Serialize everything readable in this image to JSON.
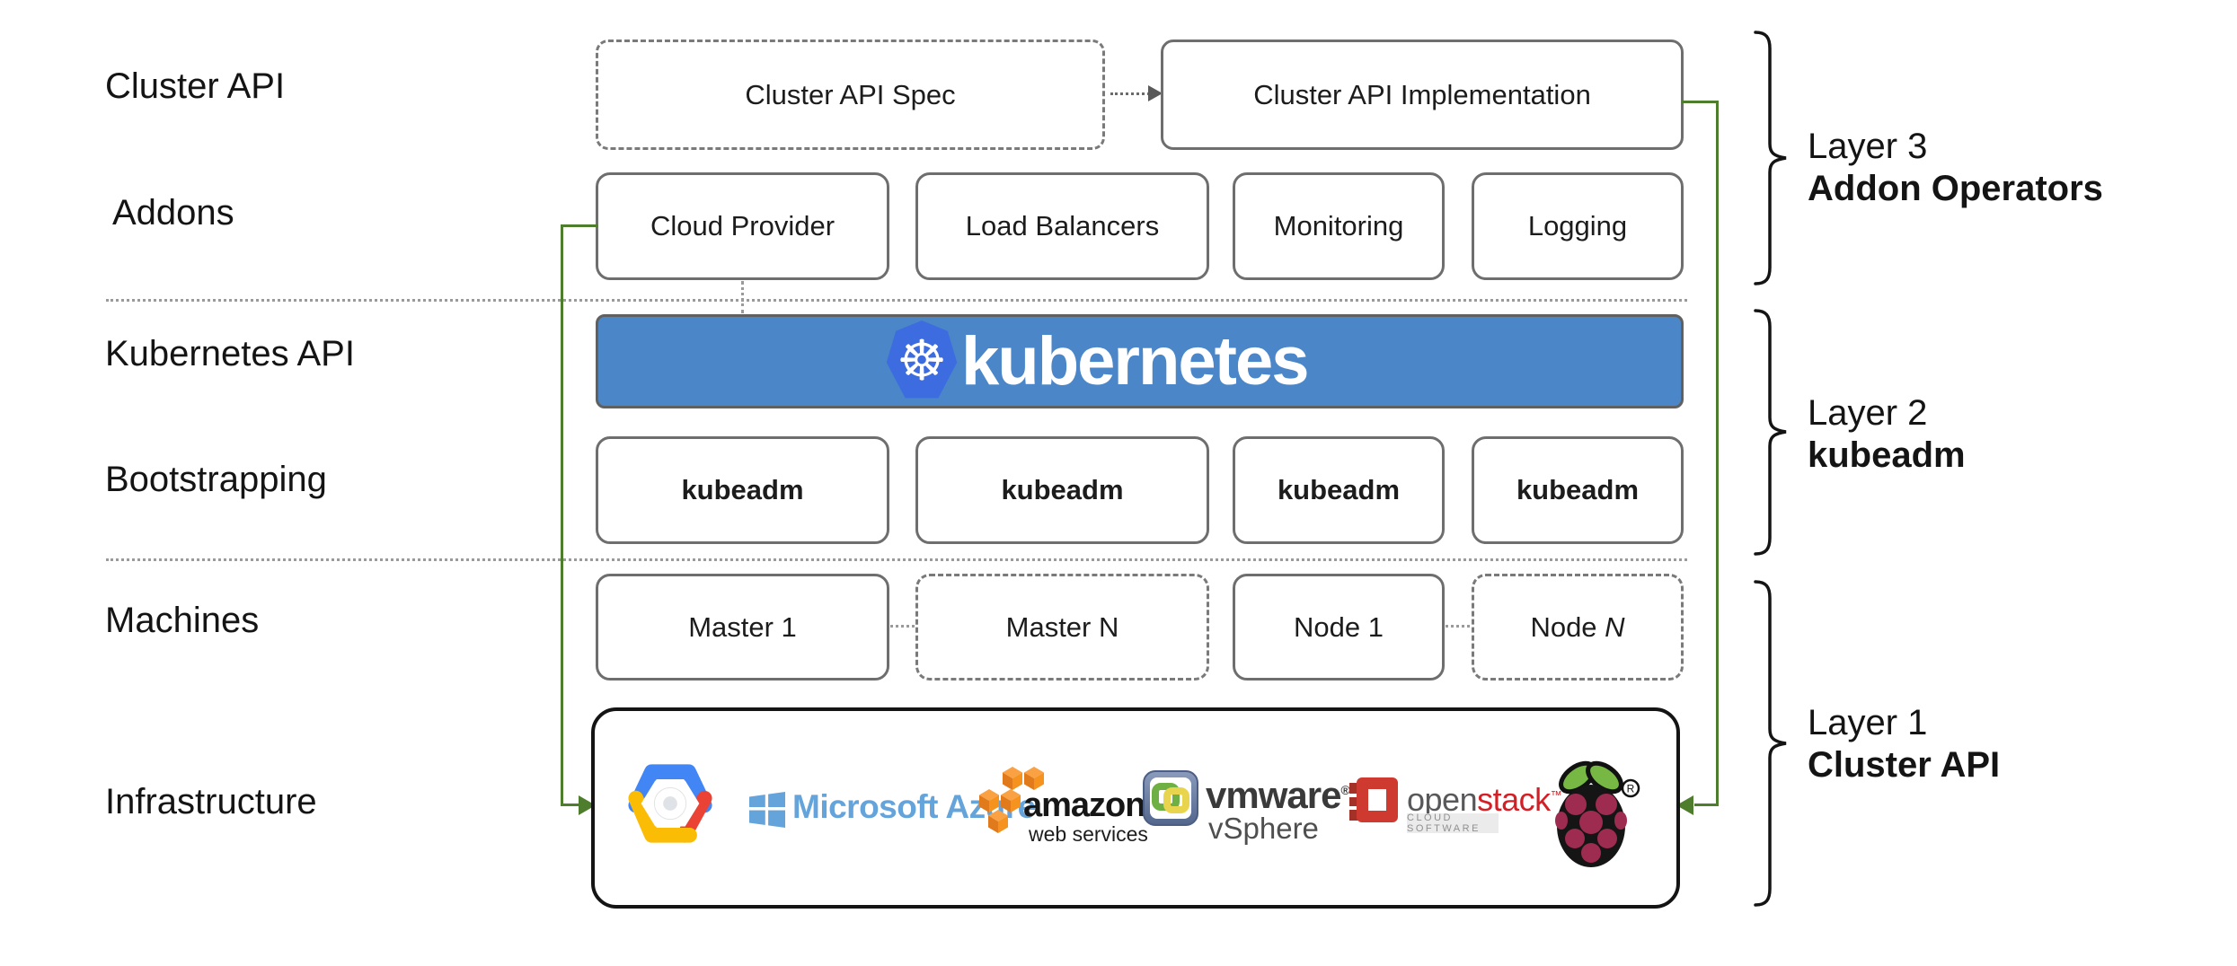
{
  "left_labels": {
    "cluster_api": "Cluster API",
    "addons": "Addons",
    "kubernetes_api": "Kubernetes API",
    "bootstrapping": "Bootstrapping",
    "machines": "Machines",
    "infrastructure": "Infrastructure"
  },
  "cluster_api_row": {
    "spec_label": "Cluster API Spec",
    "implementation_label": "Cluster API Implementation"
  },
  "addons_row": {
    "items": [
      "Cloud Provider",
      "Load Balancers",
      "Monitoring",
      "Logging"
    ]
  },
  "kubernetes_banner": {
    "logo_glyph": "☸",
    "wordmark": "kubernetes"
  },
  "bootstrapping_row": {
    "items": [
      "kubeadm",
      "kubeadm",
      "kubeadm",
      "kubeadm"
    ]
  },
  "machines_row": {
    "master_1": "Master 1",
    "master_n": "Master N",
    "node_1": "Node 1",
    "node_n_prefix": "Node ",
    "node_n_italic": "N"
  },
  "infrastructure_row": {
    "azure_text": "Microsoft Azure",
    "aws_text": "amazon",
    "aws_subtext": "web services",
    "vmware_text": "vmware",
    "vmware_reg": "®",
    "vmware_subtext": "vSphere",
    "openstack_text_open": "open",
    "openstack_text_stack": "stack",
    "openstack_tm": "™",
    "openstack_subtext": "CLOUD SOFTWARE",
    "raspberry_reg": "®"
  },
  "layer_labels": {
    "layer3": {
      "line1": "Layer 3",
      "line2": "Addon Operators"
    },
    "layer2": {
      "line1": "Layer 2",
      "line2": "kubeadm"
    },
    "layer1": {
      "line1": "Layer 1",
      "line2": "Cluster API"
    }
  },
  "colors": {
    "banner_blue": "#4A86C8",
    "kubernetes_logo_blue": "#3D6CE0",
    "connector_green": "#4E7D2E",
    "azure_blue": "#64A4DB",
    "aws_orange": "#F6921E",
    "openstack_red": "#D32027",
    "openstack_gray": "#58585B",
    "raspberry_crimson": "#9E2B50",
    "leaf_green": "#76B843",
    "gcp_blue": "#4285F4",
    "gcp_red": "#EA4335",
    "gcp_yellow": "#FBBC05"
  }
}
